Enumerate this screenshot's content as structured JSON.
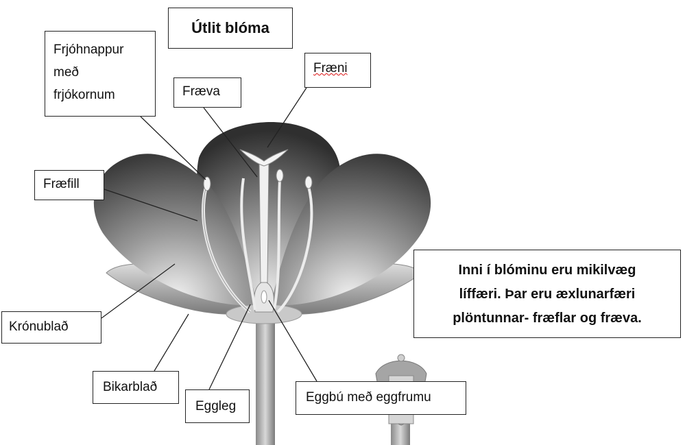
{
  "title": "Útlit blóma",
  "labels": {
    "anther": "Frjóhnappur\nmeð\nfrjókornum",
    "pistil": "Fræva",
    "stigma": "Fræni",
    "stamen": "Fræfill",
    "petal": "Krónublað",
    "sepal": "Bikarblað",
    "style": "Eggleg",
    "ovary": "Eggbú með eggfrumu"
  },
  "info_text": "Inni í blóminu eru mikilvæg\nlíffæri. Þar eru æxlunarfæri\nplöntunnar- fræflar og fræva."
}
